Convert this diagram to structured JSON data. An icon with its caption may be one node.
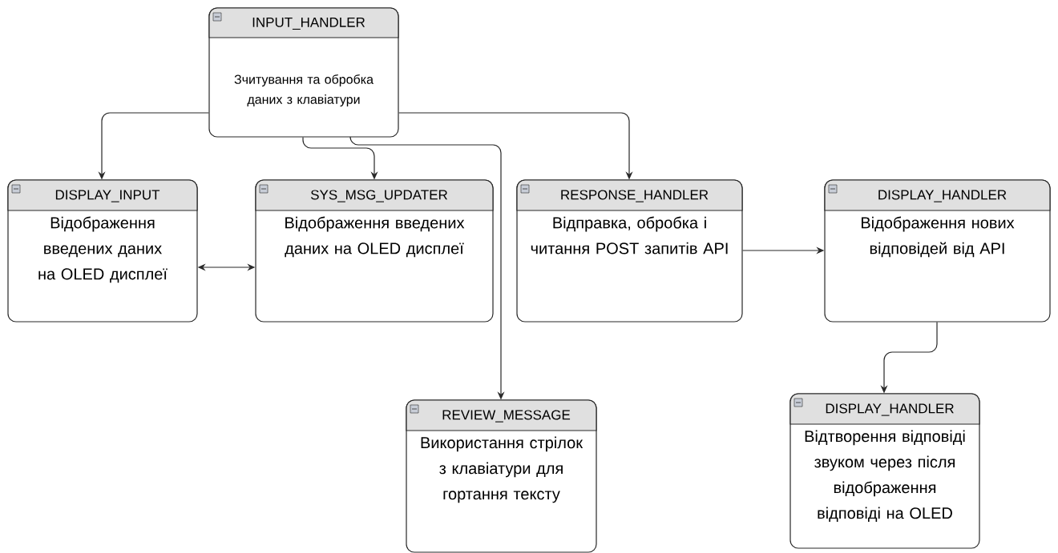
{
  "diagram": {
    "nodes": [
      {
        "text": [
          "INPUT_HANDLER",
          "Зчитування та обробка даних з клавіатури"
        ]
      },
      {
        "text": [
          "DISPLAY_INPUT",
          "Відображення введених даних на OLED дисплеї"
        ]
      },
      {
        "text": [
          "SYS_MSG_UPDATER",
          "Відображення введених даних на OLED дисплеї"
        ]
      },
      {
        "text": [
          "RESPONSE_HANDLER",
          "Відправка, обробка і читання POST запитів API"
        ]
      },
      {
        "text": [
          "DISPLAY_HANDLER",
          "Відображення нових відповідей від API"
        ]
      },
      {
        "text": [
          "REVIEW_MESSAGE",
          "Використання стрілок з клавіатури для гортання тексту"
        ]
      },
      {
        "text": [
          "DISPLAY_HANDLER",
          "Відтворення відповіді звуком через після відображення відповіді на OLED"
        ]
      }
    ],
    "edges": [
      {
        "from": 0,
        "to": 1,
        "arrow": "to"
      },
      {
        "from": 0,
        "to": 2,
        "arrow": "to"
      },
      {
        "from": 0,
        "to": 5,
        "arrow": "to"
      },
      {
        "from": 0,
        "to": 3,
        "arrow": "to"
      },
      {
        "from": 1,
        "to": 2,
        "arrow": "both"
      },
      {
        "from": 3,
        "to": 4,
        "arrow": "to"
      },
      {
        "from": 4,
        "to": 6,
        "arrow": "to"
      }
    ]
  }
}
